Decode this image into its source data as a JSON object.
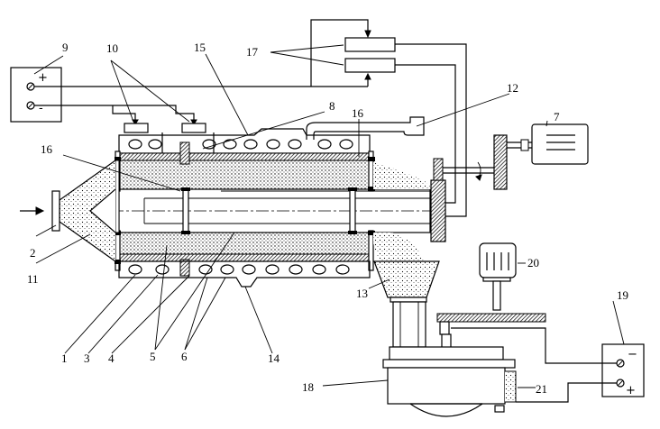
{
  "labels": {
    "n1": "1",
    "n2": "2",
    "n3": "3",
    "n4": "4",
    "n5": "5",
    "n6": "6",
    "n7": "7",
    "n8": "8",
    "n9": "9",
    "n10": "10",
    "n11": "11",
    "n12": "12",
    "n13": "13",
    "n14": "14",
    "n15": "15",
    "n16a": "16",
    "n16b": "16",
    "n17": "17",
    "n18": "18",
    "n19": "19",
    "n20": "20",
    "n21": "21"
  },
  "power_supply_9": {
    "plus": "+",
    "minus": "-"
  },
  "power_supply_19": {
    "minus": "−",
    "plus": "+"
  }
}
